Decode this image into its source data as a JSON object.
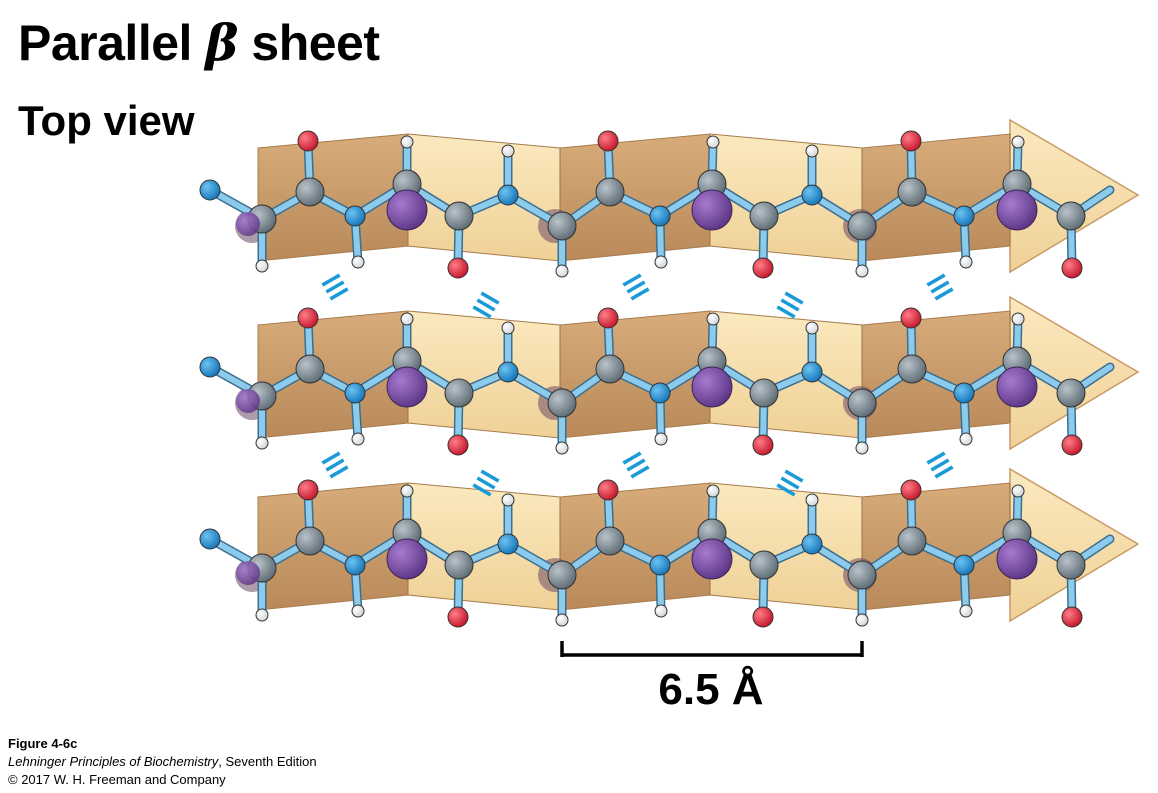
{
  "title": {
    "prefix": "Parallel ",
    "greek": "β",
    "suffix": " sheet"
  },
  "subtitle": "Top view",
  "scale_label": "6.5 Å",
  "caption": {
    "figure": "Figure 4-6c",
    "book_title": "Lehninger Principles of Biochemistry",
    "edition": ", Seventh Edition",
    "copyright": "© 2017 W. H. Freeman and Company"
  },
  "colors": {
    "sheet_dark": "#c99a66",
    "sheet_light": "#f6dea8",
    "carbon": "#7d8b94",
    "nitrogen": "#1e8fd6",
    "oxygen": "#e0283a",
    "hydrogen": "#ffffff",
    "r_group": "#7c4ea6",
    "bond": "#8dcbec",
    "hbond": "#1a9ad6"
  },
  "strands": 3,
  "hbond_columns": 5
}
